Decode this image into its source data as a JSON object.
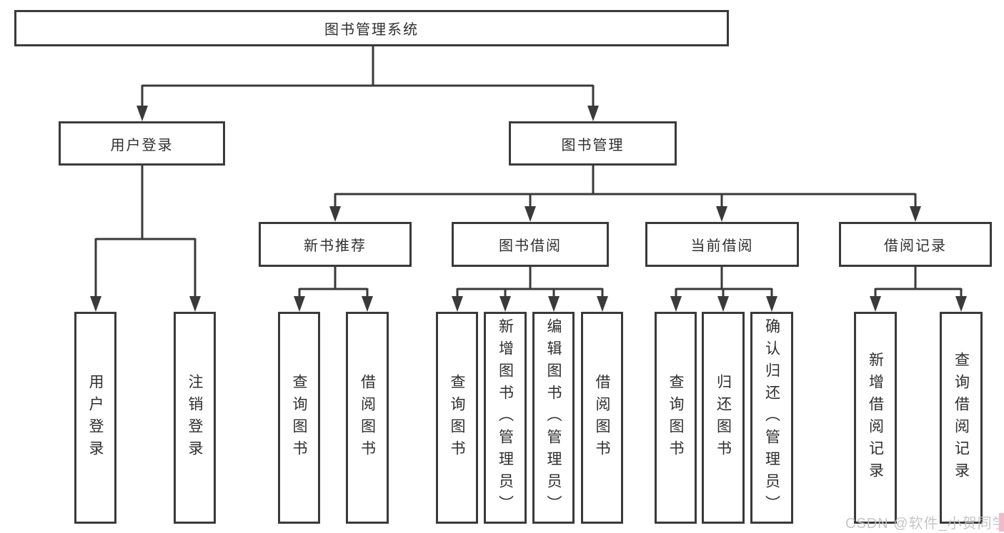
{
  "watermark": "CSDN @软件_小贺同学",
  "colors": {
    "line": "#3a3a3a",
    "box_border": "#3a3a3a",
    "box_fill": "#ffffff",
    "text": "#2f2f2f",
    "watermark": "#c1c1c1",
    "watermark_accent": "#f2b9c6"
  },
  "tree": {
    "label": "图书管理系统",
    "children": [
      {
        "label": "用户登录",
        "children": [
          {
            "label": "用户登录"
          },
          {
            "label": "注销登录"
          }
        ]
      },
      {
        "label": "图书管理",
        "children": [
          {
            "label": "新书推荐",
            "children": [
              {
                "label": "查询图书"
              },
              {
                "label": "借阅图书"
              }
            ]
          },
          {
            "label": "图书借阅",
            "children": [
              {
                "label": "查询图书"
              },
              {
                "label": "新增图书（管理员）"
              },
              {
                "label": "编辑图书（管理员）"
              },
              {
                "label": "借阅图书"
              }
            ]
          },
          {
            "label": "当前借阅",
            "children": [
              {
                "label": "查询图书"
              },
              {
                "label": "归还图书"
              },
              {
                "label": "确认归还（管理员）"
              }
            ]
          },
          {
            "label": "借阅记录",
            "children": [
              {
                "label": "新增借阅记录"
              },
              {
                "label": "查询借阅记录"
              }
            ]
          }
        ]
      }
    ]
  }
}
